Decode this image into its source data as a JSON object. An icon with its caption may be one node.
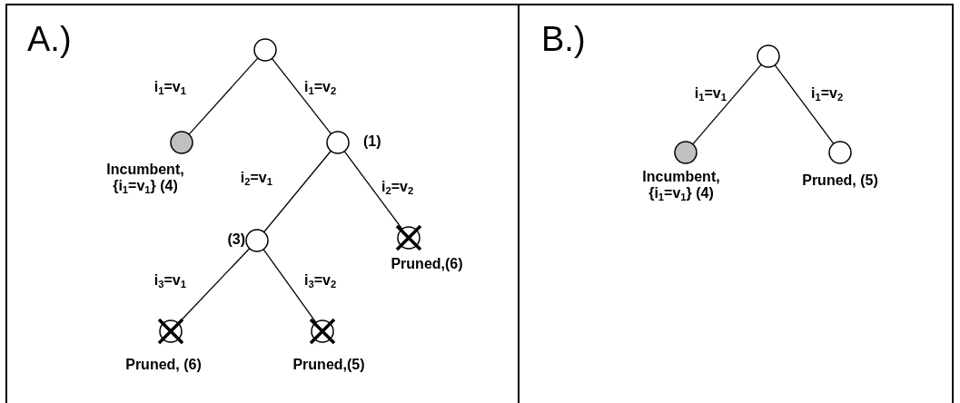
{
  "diagram": {
    "nodes": [
      {
        "text": [
          "A.)"
        ]
      },
      {
        "text": [],
        "shape": "circle",
        "in": 0
      },
      {
        "text": [],
        "shape": "circle",
        "in": 0,
        "beside": [
          "Incumbent, {i$_{1}$=v$_{1}$} (4)"
        ]
      },
      {
        "text": [],
        "shape": "circle",
        "in": 0,
        "beside": [
          "(1)"
        ]
      },
      {
        "text": [],
        "shape": "circle",
        "in": 0,
        "beside": [
          "(3)"
        ]
      },
      {
        "text": [],
        "shape": "circle",
        "in": 0,
        "beside": [
          "Pruned,(6)"
        ]
      },
      {
        "text": [],
        "shape": "circle",
        "in": 0,
        "beside": [
          "Pruned, (6)"
        ]
      },
      {
        "text": [],
        "shape": "circle",
        "in": 0,
        "beside": [
          "Pruned,(5)"
        ]
      },
      {
        "text": [
          "B.)"
        ]
      },
      {
        "text": [],
        "shape": "circle",
        "in": 8
      },
      {
        "text": [],
        "shape": "circle",
        "in": 8,
        "beside": [
          "Incumbent, {i$_{1}$=v$_{1}$} (4)"
        ]
      },
      {
        "text": [],
        "shape": "circle",
        "in": 8,
        "beside": [
          "Pruned, (5)"
        ]
      }
    ],
    "edges": [
      {
        "from": 1,
        "to": 2,
        "arrow": "none",
        "label": "i$_{1}$=v$_{1}$"
      },
      {
        "from": 1,
        "to": 3,
        "arrow": "none",
        "label": "i$_{1}$=v$_{2}$"
      },
      {
        "from": 3,
        "to": 4,
        "arrow": "none",
        "label": "i$_{2}$=v$_{1}$"
      },
      {
        "from": 3,
        "to": 5,
        "arrow": "none",
        "label": "i$_{2}$=v$_{2}$"
      },
      {
        "from": 4,
        "to": 6,
        "arrow": "none",
        "label": "i$_{3}$=v$_{1}$"
      },
      {
        "from": 4,
        "to": 7,
        "arrow": "none",
        "label": "i$_{3}$=v$_{2}$"
      },
      {
        "from": 9,
        "to": 10,
        "arrow": "none",
        "label": "i$_{1}$=v$_{1}$"
      },
      {
        "from": 9,
        "to": 11,
        "arrow": "none",
        "label": "i$_{1}$=v$_{2}$"
      }
    ]
  }
}
